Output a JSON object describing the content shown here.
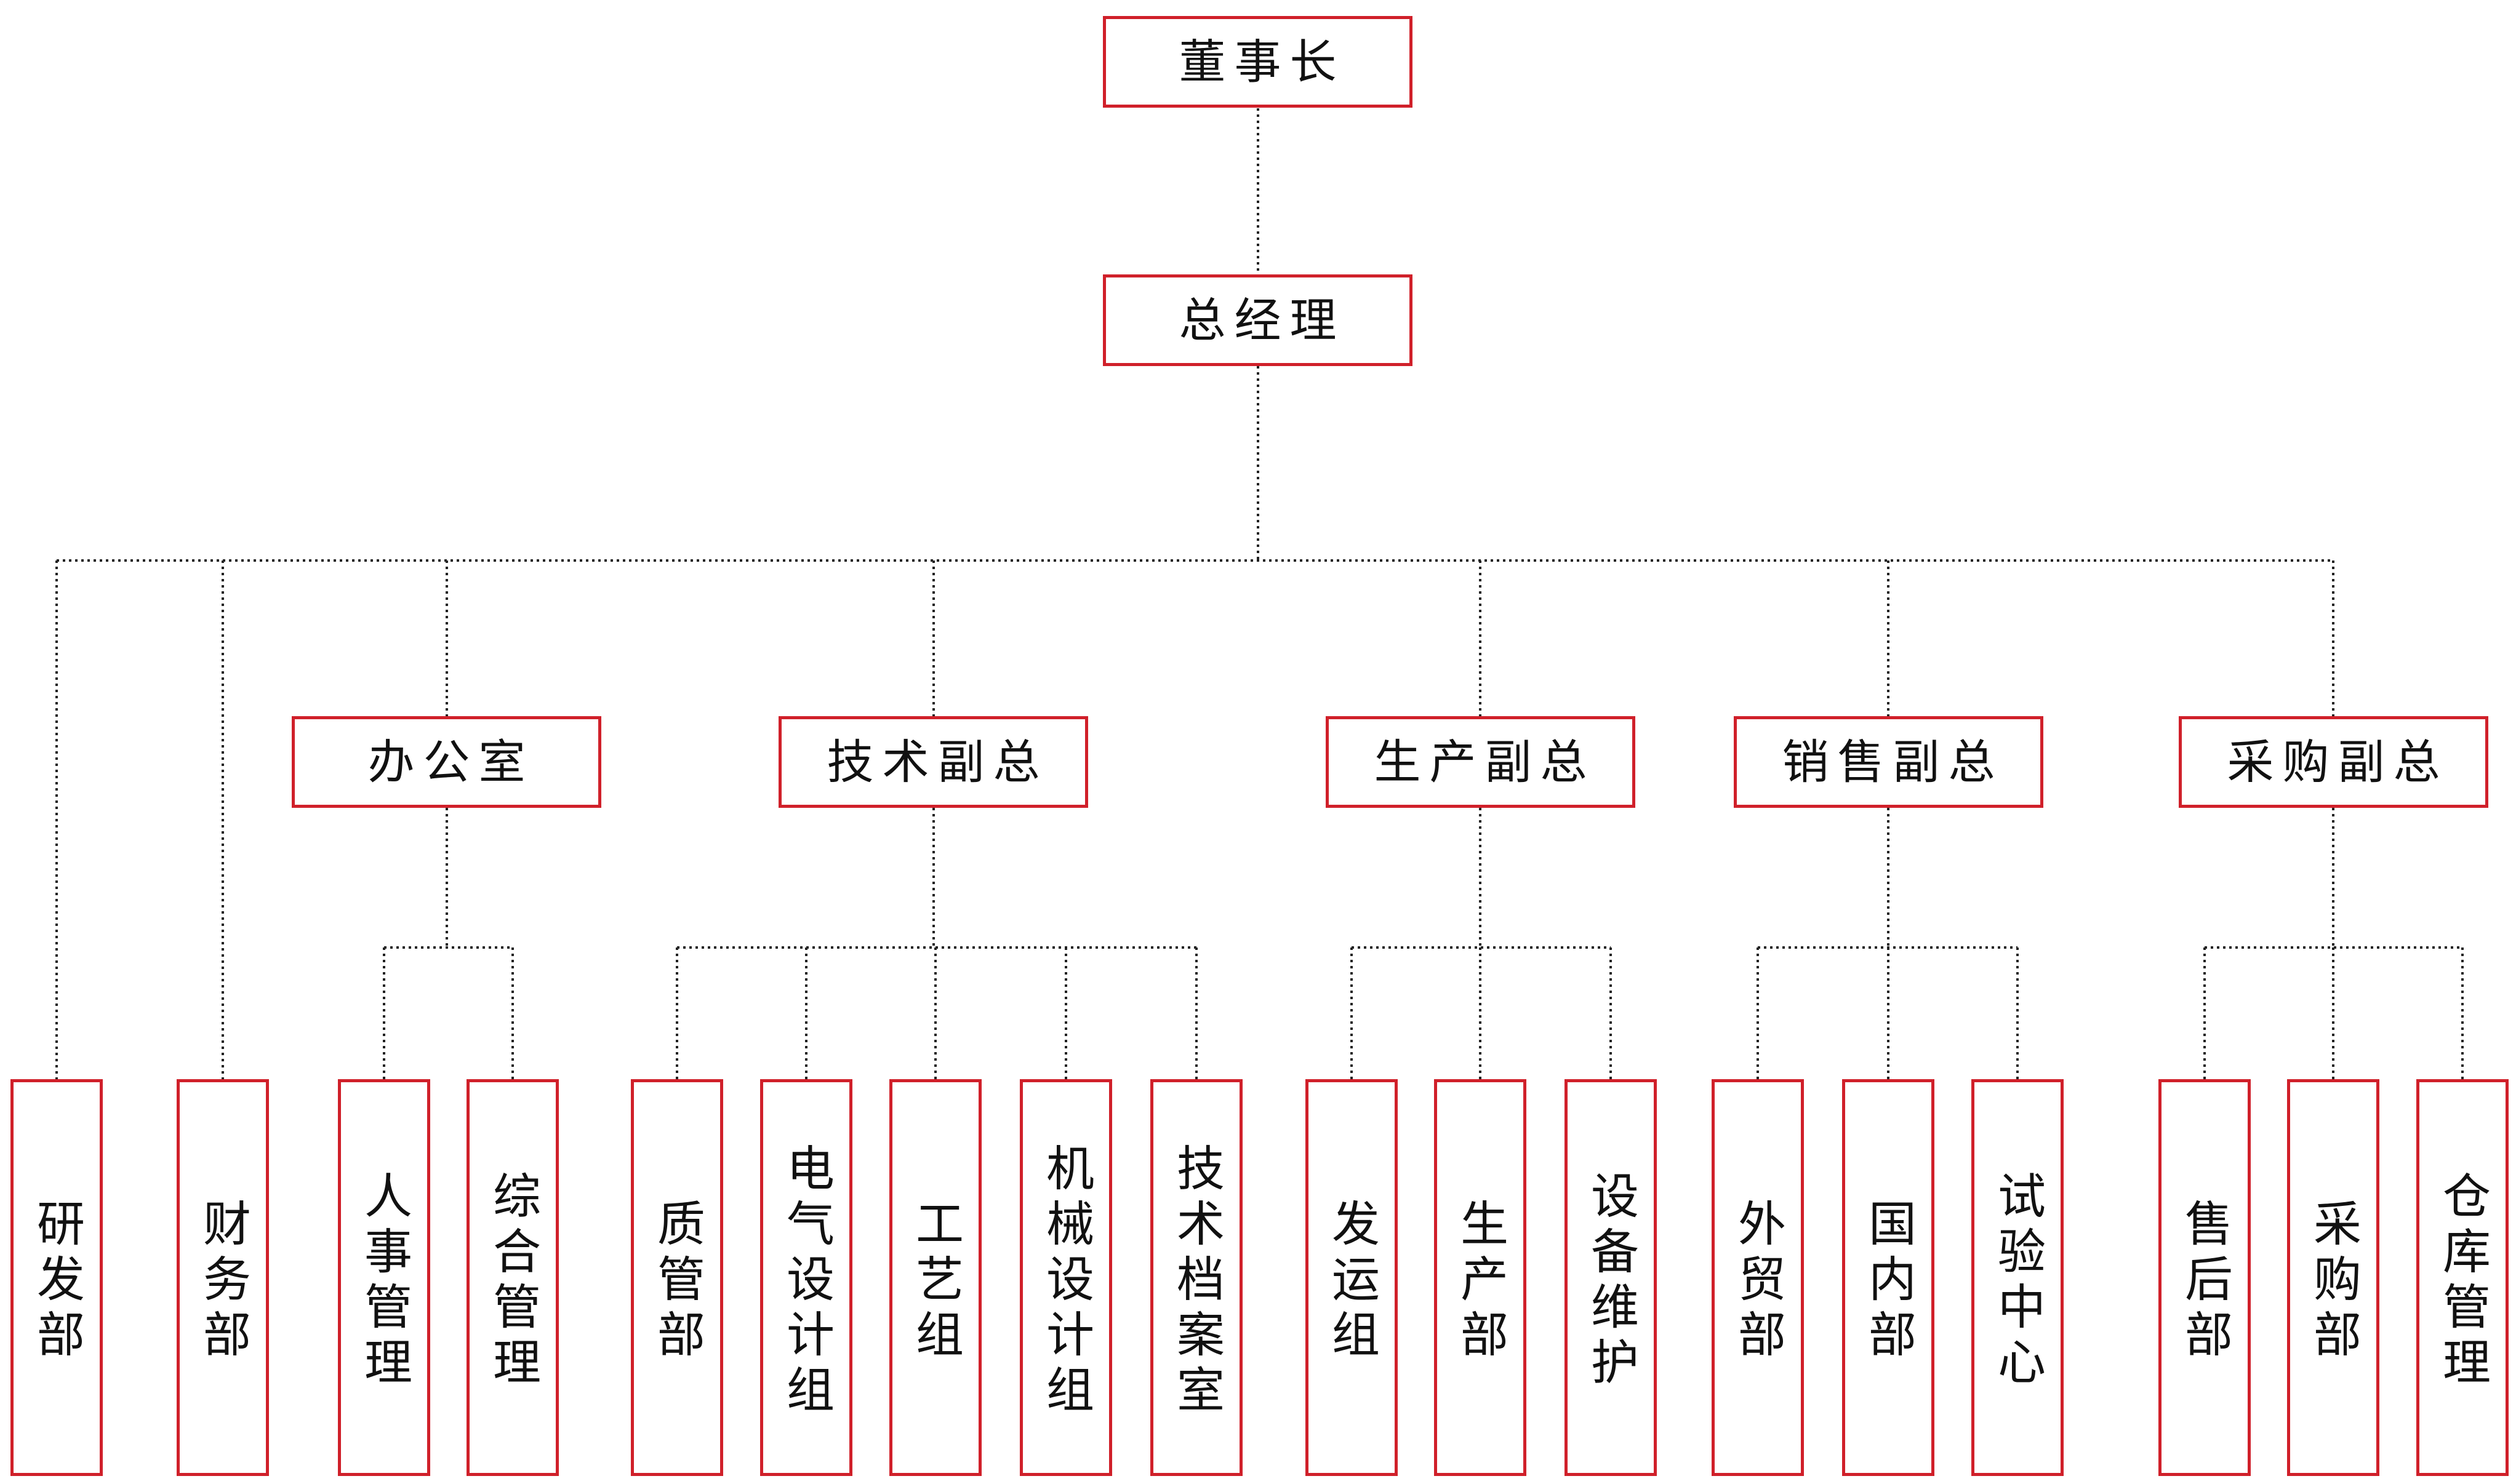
{
  "chairman": "董事长",
  "general_manager": "总经理",
  "direct_departments": [
    "研发部",
    "财务部"
  ],
  "divisions": [
    {
      "label": "办公室",
      "children": [
        "人事管理",
        "综合管理"
      ]
    },
    {
      "label": "技术副总",
      "children": [
        "质管部",
        "电气设计组",
        "工艺组",
        "机械设计组",
        "技术档案室"
      ]
    },
    {
      "label": "生产副总",
      "children": [
        "发运组",
        "生产部",
        "设备维护"
      ]
    },
    {
      "label": "销售副总",
      "children": [
        "外贸部",
        "国内部",
        "试验中心"
      ]
    },
    {
      "label": "采购副总",
      "children": [
        "售后部",
        "采购部",
        "仓库管理"
      ]
    }
  ],
  "colors": {
    "box_border": "#d0202a",
    "connector": "#222222",
    "text": "#111111"
  }
}
